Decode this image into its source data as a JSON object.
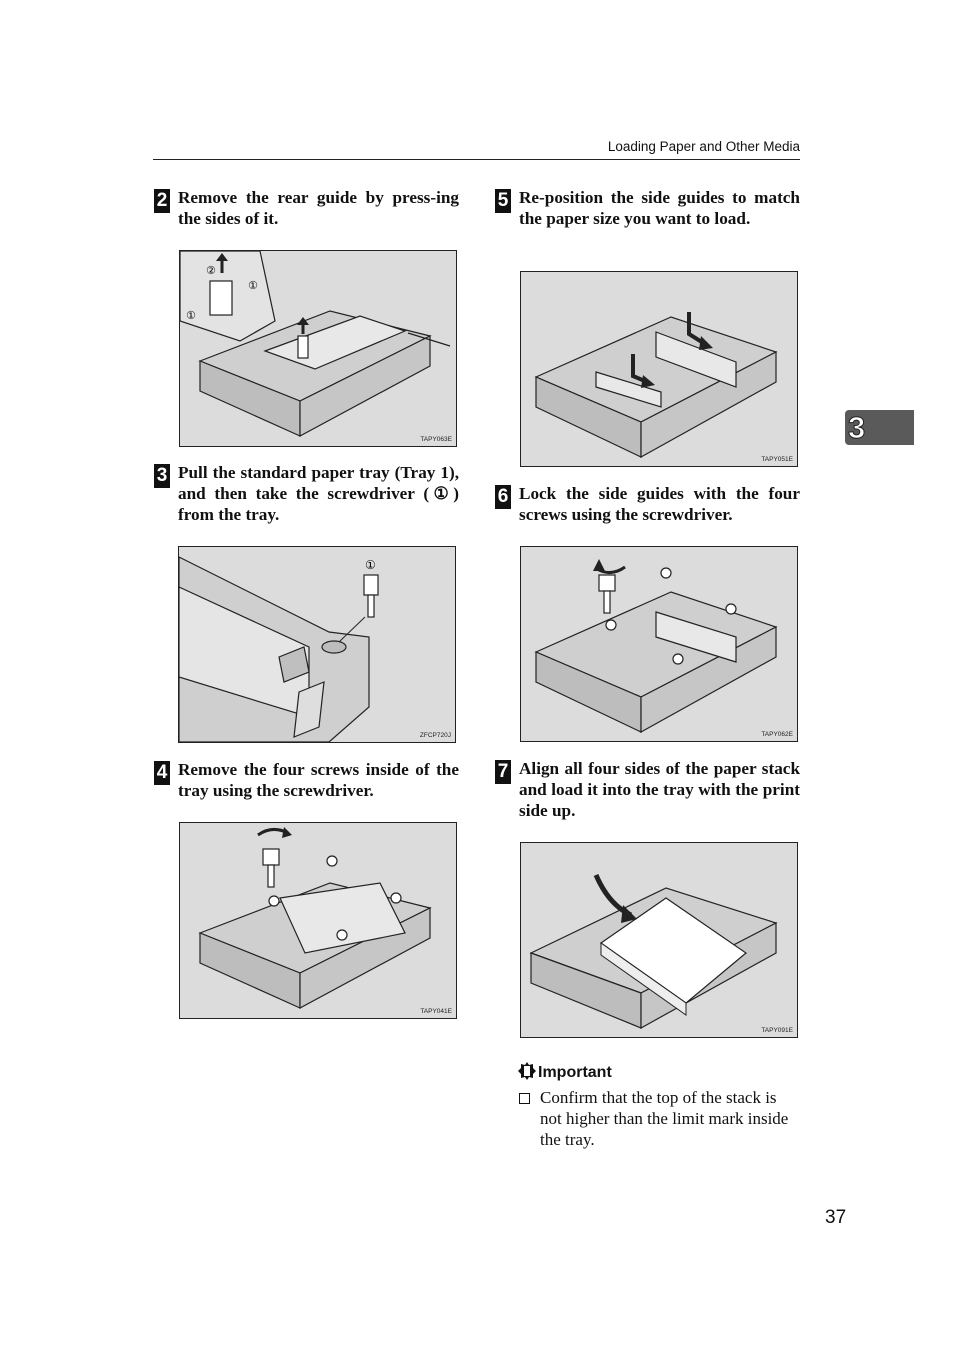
{
  "header": {
    "title": "Loading Paper and Other Media"
  },
  "chapter_tab": {
    "label": "3"
  },
  "steps": [
    {
      "number": "2",
      "text": "Remove the rear guide by press-ing the sides of it.",
      "figure_code": "TAPY063E"
    },
    {
      "number": "3",
      "text": "Pull the standard paper tray (Tray 1), and then take the screwdriver (①) from the tray.",
      "figure_code": "ZFCP720J"
    },
    {
      "number": "4",
      "text": "Remove the four screws inside of the tray using the screwdriver.",
      "figure_code": "TAPY041E"
    },
    {
      "number": "5",
      "text": "Re-position the side guides to match the paper size you want to load.",
      "figure_code": "TAPY051E"
    },
    {
      "number": "6",
      "text": "Lock the side guides with the four screws using the screwdriver.",
      "figure_code": "TAPY062E"
    },
    {
      "number": "7",
      "text": "Align all four sides of the paper stack and load it into the tray with the print side up.",
      "figure_code": "TAPY091E"
    }
  ],
  "figure_callouts": {
    "one": "①",
    "two": "②"
  },
  "important": {
    "heading": "Important",
    "items": [
      "Confirm that the top of the stack is not higher than the limit mark inside the tray."
    ]
  },
  "page_number": "37"
}
